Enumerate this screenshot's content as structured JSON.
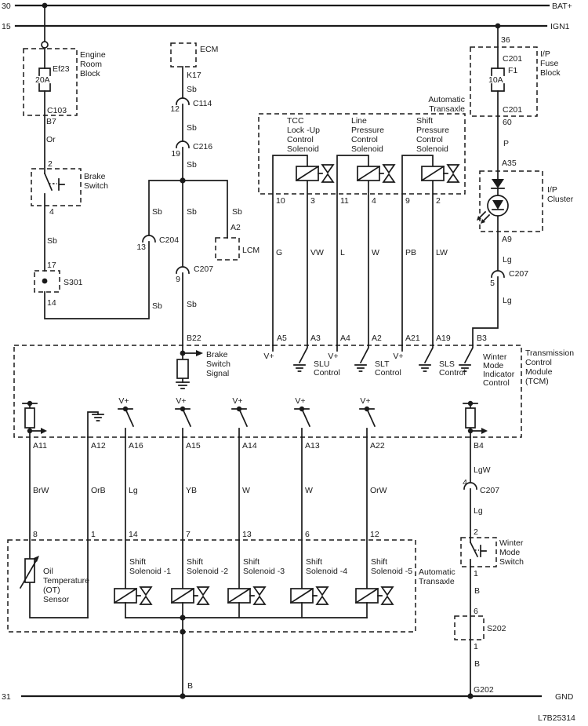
{
  "diagram_id": "L7B25314",
  "colors": {
    "ink": "#1a1a1a",
    "background": "#ffffff"
  },
  "rails": {
    "t30": "30",
    "bat": "BAT+",
    "t15": "15",
    "ign1": "IGN1",
    "t31": "31",
    "gnd": "GND"
  },
  "engine_room_block": {
    "label": [
      "Engine",
      "Room",
      "Block"
    ],
    "fuse": "Ef23",
    "rating": "20A",
    "connector": "C103",
    "pin": "B7",
    "wire": "Or"
  },
  "brake_switch": {
    "pin_in": "2",
    "label": [
      "Brake",
      "Switch"
    ],
    "pin_out": "4",
    "wire": "Sb"
  },
  "s301": {
    "pin_in": "17",
    "label": "S301",
    "pin_out": "14"
  },
  "c204": {
    "wire_above": "Sb",
    "num": "13",
    "label": "C204",
    "wire_below": "Sb"
  },
  "ecm": {
    "label": "ECM",
    "pin": "K17",
    "wire": "Sb"
  },
  "c114": {
    "num": "12",
    "label": "C114",
    "wire": "Sb"
  },
  "c216": {
    "num": "19",
    "label": "C216",
    "wire": "Sb"
  },
  "branch_wire": "Sb",
  "lcm": {
    "wire": "Sb",
    "pin": "A2",
    "label": "LCM"
  },
  "c207_mid": {
    "num": "9",
    "label": "C207",
    "wire": "Sb"
  },
  "b22": {
    "pin": "B22",
    "signal": [
      "Brake",
      "Switch",
      "Signal"
    ]
  },
  "transaxle_top": {
    "label": [
      "Automatic",
      "Transaxle"
    ],
    "solenoids": [
      {
        "name": [
          "TCC",
          "Lock -Up",
          "Control",
          "Solenoid"
        ],
        "pin_left": "10",
        "pin_right": "3",
        "wire_left": "G",
        "wire_right": "VW"
      },
      {
        "name": [
          "Line",
          "Pressure",
          "Control",
          "Solenoid"
        ],
        "pin_left": "11",
        "pin_right": "4",
        "wire_left": "L",
        "wire_right": "W"
      },
      {
        "name": [
          "Shift",
          "Pressure",
          "Control",
          "Solenoid"
        ],
        "pin_left": "9",
        "pin_right": "2",
        "wire_left": "PB",
        "wire_right": "LW"
      }
    ]
  },
  "ip_fuse_block": {
    "pin_top": "36",
    "conn_top": "C201",
    "fuse": "F1",
    "rating": "10A",
    "label": [
      "I/P",
      "Fuse",
      "Block"
    ],
    "conn_bottom": "C201",
    "pin_bottom": "60",
    "wire": "P"
  },
  "ip_cluster": {
    "pin_in": "A35",
    "label": [
      "I/P",
      "Cluster"
    ],
    "pin_out": "A9",
    "wire_out": "Lg"
  },
  "c207_right": {
    "num": "5",
    "label": "C207",
    "wire": "Lg"
  },
  "tcm": {
    "label": [
      "Transmission",
      "Control",
      "Module",
      "(TCM)"
    ],
    "vplus": "V+",
    "slu": [
      "SLU",
      "Control"
    ],
    "slt": [
      "SLT",
      "Control"
    ],
    "sls": [
      "SLS",
      "Control"
    ],
    "winter": [
      "Winter",
      "Mode",
      "Indicator",
      "Control"
    ],
    "pins_top": [
      "A5",
      "A3",
      "A4",
      "A2",
      "A21",
      "A19",
      "B3"
    ],
    "pins_bottom": [
      "A11",
      "A12",
      "A16",
      "A15",
      "A14",
      "A13",
      "A22",
      "B4"
    ]
  },
  "lower_wires": {
    "brw": "BrW",
    "orb": "OrB",
    "lg": "Lg",
    "yb": "YB",
    "w1": "W",
    "w2": "W",
    "orw": "OrW",
    "lgw": "LgW"
  },
  "c207_winter": {
    "num": "4",
    "label": "C207",
    "wire": "Lg"
  },
  "transaxle_bottom": {
    "label": [
      "Automatic",
      "Transaxle"
    ],
    "ot_pins": [
      "8",
      "1"
    ],
    "ot_label": [
      "Oil",
      "Temperature",
      "(OT)",
      "Sensor"
    ],
    "sol_pins": [
      "14",
      "7",
      "13",
      "6",
      "12"
    ],
    "sol_names": [
      [
        "Shift",
        "Solenoid -1"
      ],
      [
        "Shift",
        "Solenoid -2"
      ],
      [
        "Shift",
        "Solenoid -3"
      ],
      [
        "Shift",
        "Solenoid -4"
      ],
      [
        "Shift",
        "Solenoid -5"
      ]
    ],
    "ground_wire": "B"
  },
  "winter_switch": {
    "pin_in": "2",
    "label": [
      "Winter",
      "Mode",
      "Switch"
    ],
    "pin_out": "1",
    "wire": "B"
  },
  "s202": {
    "pin_in": "6",
    "label": "S202",
    "pin_out": "1",
    "wire": "B",
    "ground": "G202"
  }
}
